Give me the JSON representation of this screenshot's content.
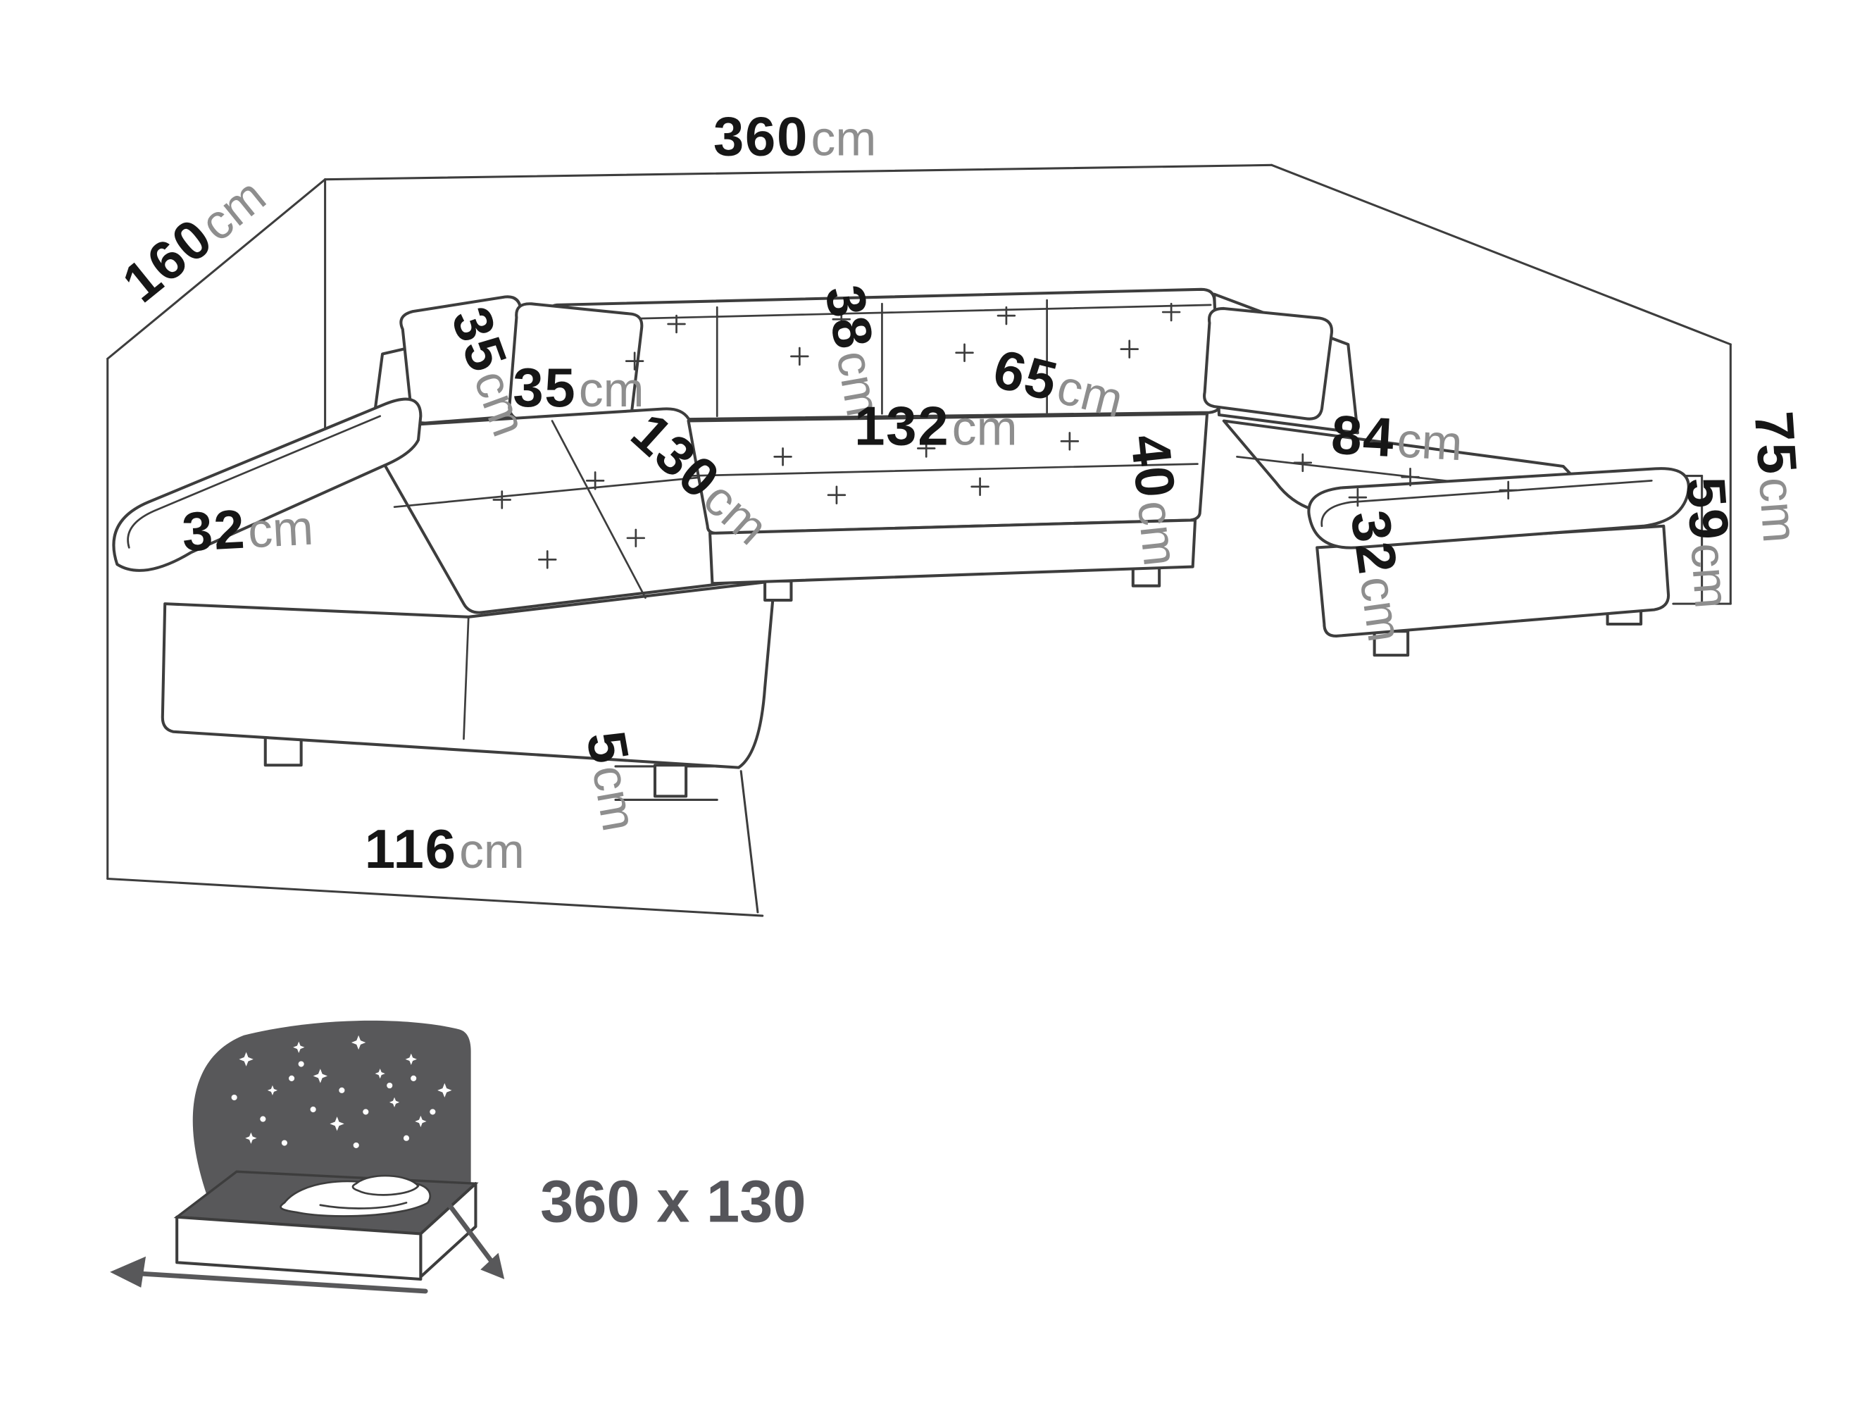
{
  "diagram": {
    "dims": {
      "total_width": {
        "value": "360",
        "unit": "cm"
      },
      "total_depth": {
        "value": "160",
        "unit": "cm"
      },
      "pillow_width": {
        "value": "35",
        "unit": "cm"
      },
      "pillow_height": {
        "value": "35",
        "unit": "cm"
      },
      "backrest_thickness": {
        "value": "38",
        "unit": "cm"
      },
      "center_seat_width": {
        "value": "132",
        "unit": "cm"
      },
      "seat_depth": {
        "value": "65",
        "unit": "cm"
      },
      "seat_height": {
        "value": "40",
        "unit": "cm"
      },
      "right_chaise_length": {
        "value": "84",
        "unit": "cm"
      },
      "left_armrest_width": {
        "value": "32",
        "unit": "cm"
      },
      "right_armrest_width": {
        "value": "32",
        "unit": "cm"
      },
      "total_height": {
        "value": "75",
        "unit": "cm"
      },
      "armrest_height": {
        "value": "59",
        "unit": "cm"
      },
      "left_chaise_length": {
        "value": "130",
        "unit": "cm"
      },
      "leg_height": {
        "value": "5",
        "unit": "cm"
      },
      "chaise_width": {
        "value": "116",
        "unit": "cm"
      }
    },
    "sleeping_area": {
      "size_label": "360 x 130"
    },
    "colors": {
      "line": "#3d3d3d",
      "number": "#161616",
      "unit": "#8e8e8e",
      "icon_gray": "#58585a",
      "background": "#ffffff"
    }
  }
}
